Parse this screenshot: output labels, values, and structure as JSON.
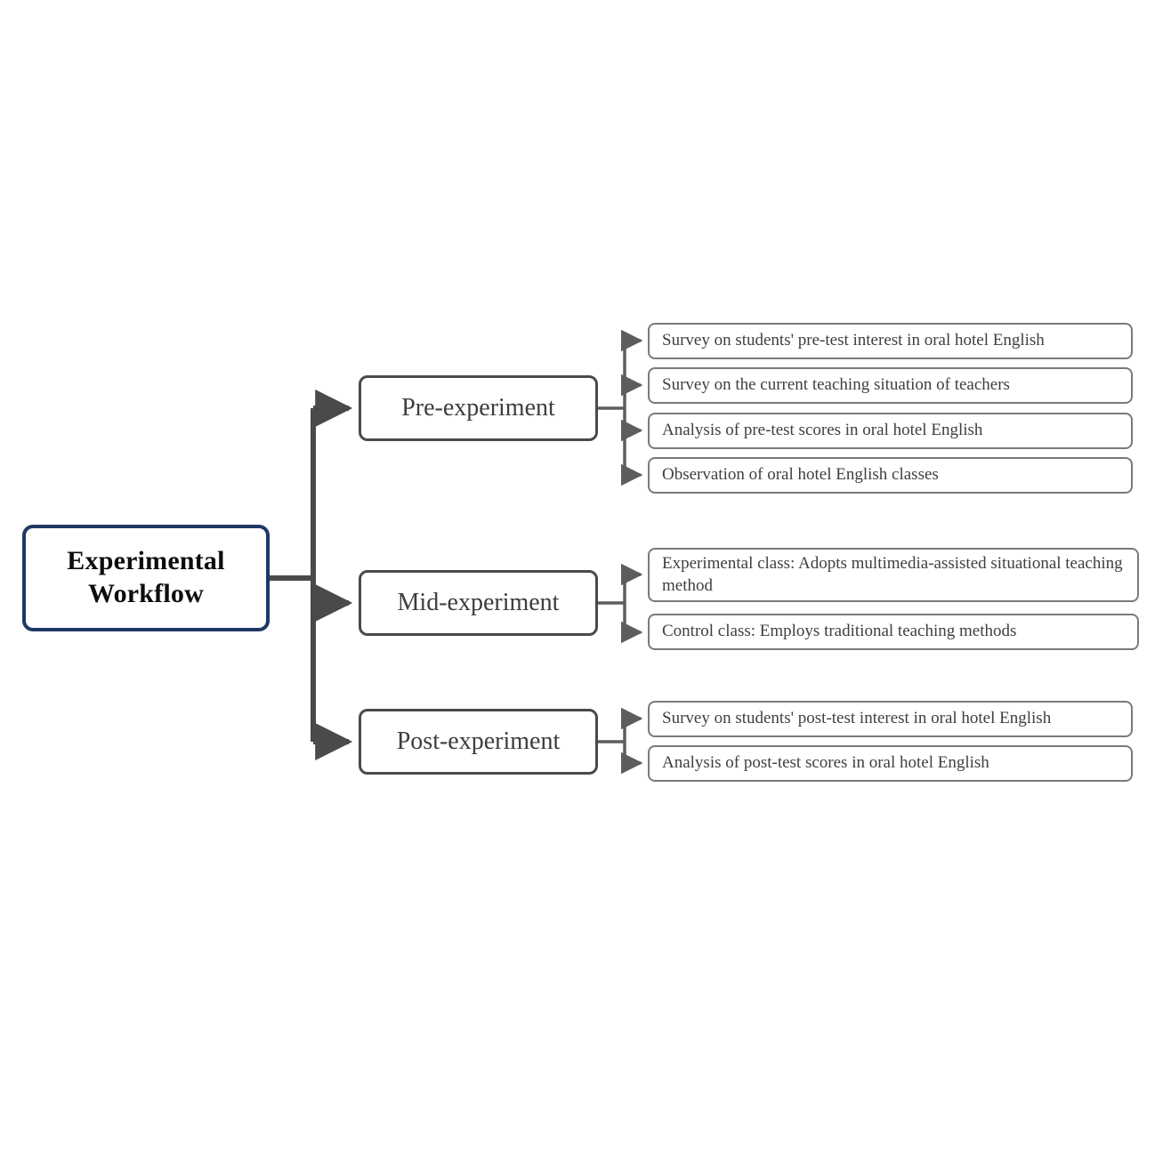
{
  "diagram": {
    "title": "Experimental Workflow",
    "root": {
      "label": "Experimental Workflow",
      "border_color": "#1f3864"
    },
    "stages": [
      {
        "label": "Pre-experiment",
        "items": [
          "Survey on students' pre-test interest in oral hotel English",
          "Survey on the current teaching situation of teachers",
          "Analysis of pre-test scores in oral hotel English",
          "Observation of oral hotel English classes"
        ]
      },
      {
        "label": "Mid-experiment",
        "items": [
          "Experimental class: Adopts multimedia-assisted situational teaching method",
          "Control class: Employs traditional teaching methods"
        ]
      },
      {
        "label": "Post-experiment",
        "items": [
          "Survey on students' post-test interest in oral hotel English",
          "Analysis of post-test scores in oral hotel English"
        ]
      }
    ],
    "colors": {
      "root_border": "#1f3864",
      "stage_border": "#4a4a4a",
      "leaf_border": "#7a7a7a",
      "connector_primary": "#4a4a4a",
      "connector_secondary": "#6b6b6b",
      "text": "#3f3f3f"
    }
  }
}
